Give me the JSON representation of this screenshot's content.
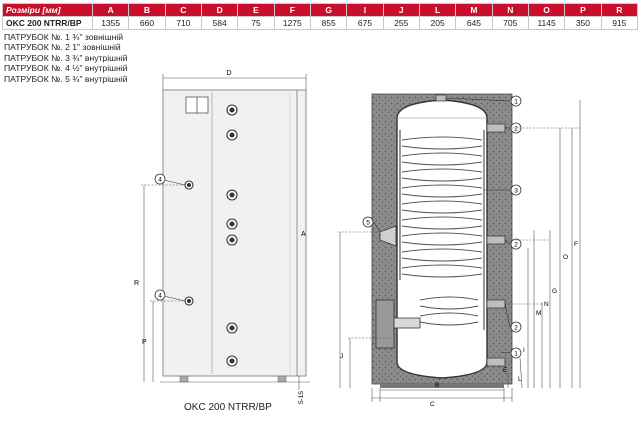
{
  "table": {
    "header_label": "Розміри [мм]",
    "columns": [
      "A",
      "B",
      "C",
      "D",
      "E",
      "F",
      "G",
      "I",
      "J",
      "L",
      "M",
      "N",
      "O",
      "P",
      "R"
    ],
    "model": "OKC 200 NTRR/BP",
    "values": [
      "1355",
      "660",
      "710",
      "584",
      "75",
      "1275",
      "855",
      "675",
      "255",
      "205",
      "645",
      "705",
      "1145",
      "350",
      "915"
    ]
  },
  "legend": [
    "ПАТРУБОК №. 1 ¾\" зовнішній",
    "ПАТРУБОК №. 2 1\" зовнішній",
    "ПАТРУБОК №. 3 ¾\" внутрішній",
    "ПАТРУБОК №. 4 ½\" внутрішній",
    "ПАТРУБОК №. 5 ¾\" внутрішній"
  ],
  "drawing": {
    "side_view_labels": {
      "D": "D",
      "A": "A",
      "R": "R",
      "P": "P",
      "tolerance": "5-15"
    },
    "side_view_callouts": [
      "4",
      "4"
    ],
    "section_view_labels": {
      "B": "B",
      "C": "C",
      "E": "E",
      "L": "L",
      "I": "I",
      "J": "J",
      "G": "G",
      "N": "N",
      "M": "M",
      "O": "O",
      "F": "F"
    },
    "section_view_callouts": [
      "1",
      "2",
      "3",
      "2",
      "2",
      "1",
      "5"
    ]
  },
  "caption": "OKC 200 NTRR/BP"
}
